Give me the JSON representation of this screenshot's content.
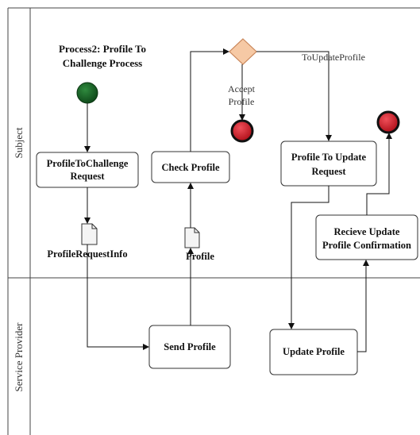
{
  "title": {
    "line1": "Process2: Profile To",
    "line2": "Challenge Process"
  },
  "lanes": {
    "top": "Subject",
    "bottom": "Service Provider"
  },
  "tasks": {
    "profile_to_challenge_request": {
      "line1": "ProfileToChallenge",
      "line2": "Request"
    },
    "check_profile": {
      "line1": "Check Profile"
    },
    "profile_to_update_request": {
      "line1": "Profile To Update",
      "line2": "Request"
    },
    "recieve_update_confirmation": {
      "line1": "Recieve Update",
      "line2": "Profile Confirmation"
    },
    "send_profile": {
      "line1": "Send Profile"
    },
    "update_profile": {
      "line1": "Update Profile"
    }
  },
  "data_objects": {
    "profile_request_info": "ProfileRequestInfo",
    "profile": "Profile"
  },
  "flow_labels": {
    "accept_line1": "Accept",
    "accept_line2": "Profile",
    "to_update_profile": "ToUpdateProfile"
  },
  "colors": {
    "start_event": "#1b6b2a",
    "end_event_fill": "#d8202b",
    "gateway_fill": "#f6c9a5",
    "gateway_stroke": "#c9865a",
    "lines": "#111111"
  }
}
